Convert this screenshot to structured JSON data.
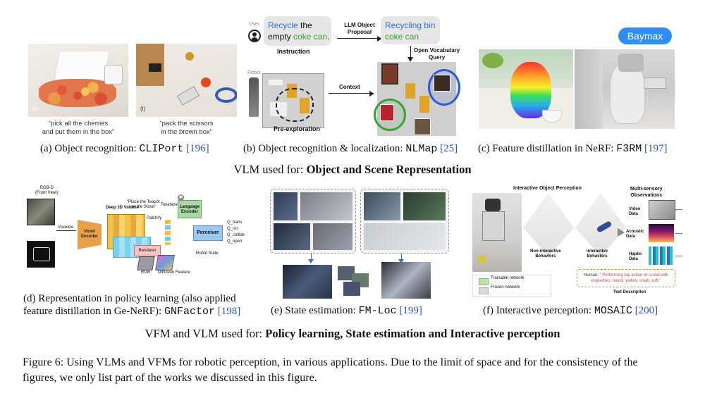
{
  "panel_a": {
    "img1_label": "(k)",
    "img1_quote_line1": "“pick all the cherries",
    "img1_quote_line2": "and put them in the box”",
    "img2_label": "(l)",
    "img2_quote_line1": "“pack the scissors",
    "img2_quote_line2": "in the brown box”",
    "caption_prefix": "(a) Object recognition: ",
    "caption_code": "CLIPort",
    "caption_cite": "[196]"
  },
  "panel_b": {
    "user_label": "User",
    "user_text_1": "Recycle",
    "user_text_2": " the",
    "user_text_3": "empty ",
    "user_text_4": "coke can",
    "user_text_5": ".",
    "instruction_label": "Instruction",
    "llm_label_1": "LLM Object",
    "llm_label_2": "Proposal",
    "proposal_line1": "Recycling bin",
    "proposal_line2": "coke can",
    "open_vocab_1": "Open Vocabulary",
    "open_vocab_2": "Query",
    "robot_label": "Robot",
    "context_label": "Context",
    "preexplore_label": "Pre-exploration",
    "caption_prefix": "(b) Object recognition & localization: ",
    "caption_code": "NLMap",
    "caption_cite": "[25]"
  },
  "panel_c": {
    "bubble": "Baymax",
    "caption_prefix": "(c) Feature distillation in NeRF: ",
    "caption_code": "F3RM",
    "caption_cite": "[197]"
  },
  "row1_title_prefix": "VLM used for: ",
  "row1_title_bold": "Object and Scene Representation",
  "panel_d": {
    "rgbd_label_1": "RGB-D",
    "rgbd_label_2": "(Front View)",
    "voxelize": "Voxelize",
    "voxel_encoder_1": "Voxel",
    "voxel_encoder_2": "Encoder",
    "deep3d": "Deep 3D Volume",
    "prompt_1": "“Place the Teapot",
    "prompt_2": "on the Stove”",
    "tokenize": "Tokenize",
    "lang_enc_1": "Language",
    "lang_enc_2": "Encoder",
    "patchify": "Patchify",
    "perceiver": "Perceiver",
    "robot_state": "Robot State",
    "outputs": [
      "Q_trans",
      "Q_rot",
      "Q_collide",
      "Q_open"
    ],
    "renderer": "Renderer",
    "rgb": "RGB",
    "diffusion_feature": "Diffusion Feature",
    "caption_line1": "(d) Representation in policy learning (also applied",
    "caption_line2_prefix": "feature distillation in Ge-NeRF): ",
    "caption_code": "GNFactor",
    "caption_cite": "[198]"
  },
  "panel_e": {
    "caption_prefix": "(e) State estimation: ",
    "caption_code": "FM-Loc",
    "caption_cite": "[199]"
  },
  "panel_f": {
    "title": "Interactive Object Perception",
    "multisensory_1": "Multi-sensory",
    "multisensory_2": "Observations",
    "video_1": "Video",
    "video_2": "Data",
    "acoustic_1": "Acoustic",
    "acoustic_2": "Data",
    "haptic_1": "Haptic",
    "haptic_2": "Data",
    "noninteractive_1": "Non-interactive",
    "noninteractive_2": "Behaviors",
    "interactive_1": "Interactive",
    "interactive_2": "Behaviors",
    "trainable": "Trainable network",
    "frozen": "Frozen network",
    "human_prefix": "Human: ",
    "human_text_1": "“ Performing tap action on a ball with",
    "human_text_2": "properties: round, yellow, small, soft.”",
    "text_description": "Text Description",
    "caption_prefix": "(f) Interactive perception: ",
    "caption_code": "MOSAIC",
    "caption_cite": "[200]"
  },
  "row2_title_prefix": "VFM and VLM used for: ",
  "row2_title_bold": "Policy learning, State estimation and Interactive perception",
  "figure_caption_line1": "Figure 6: Using VLMs and VFMs for robotic perception, in various applications. Due to the limit of space and for the consistency of the",
  "figure_caption_line2": "figures, we only list part of the works we discussed in this figure.",
  "colors": {
    "cite_blue": "#2a55b8",
    "recycle_blue": "#2f6fcf",
    "coke_green": "#3b9a2c",
    "baymax_blue": "#2f8df5"
  }
}
